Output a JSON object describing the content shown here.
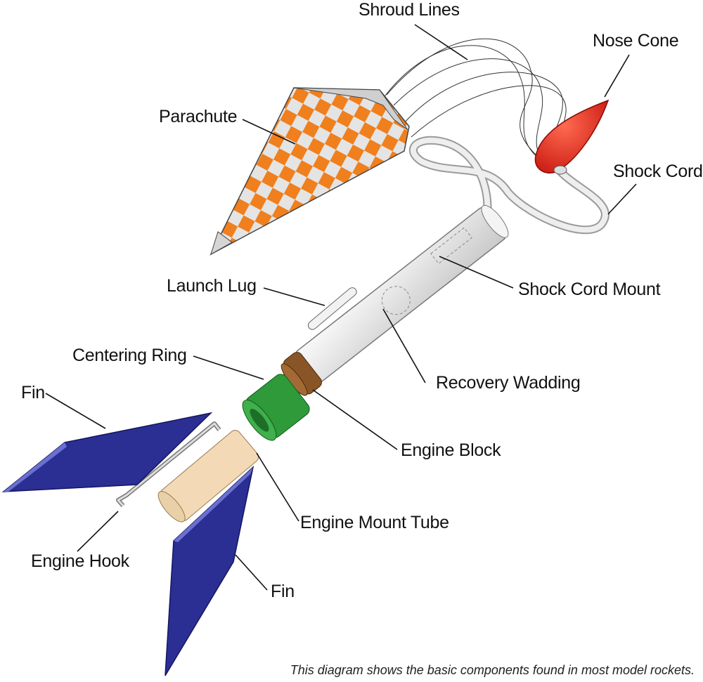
{
  "labels": {
    "shroud_lines": "Shroud Lines",
    "nose_cone": "Nose Cone",
    "parachute": "Parachute",
    "shock_cord": "Shock Cord",
    "launch_lug": "Launch Lug",
    "shock_cord_mount": "Shock Cord Mount",
    "centering_ring": "Centering Ring",
    "recovery_wadding": "Recovery Wadding",
    "fin_top": "Fin",
    "engine_block": "Engine Block",
    "engine_mount_tube": "Engine Mount Tube",
    "engine_hook": "Engine Hook",
    "fin_bottom": "Fin"
  },
  "caption": "This diagram shows the basic components found in most model rockets.",
  "colors": {
    "parachute_orange": "#f07f1e",
    "parachute_white": "#e4e4e4",
    "nose_cone_red": "#e8251c",
    "body_tube": "#e6e6e6",
    "centering_ring_green": "#2e9a3a",
    "engine_block_brown": "#8a5526",
    "engine_mount_tan": "#f3d9b5",
    "fin_blue": "#2b2f93"
  }
}
